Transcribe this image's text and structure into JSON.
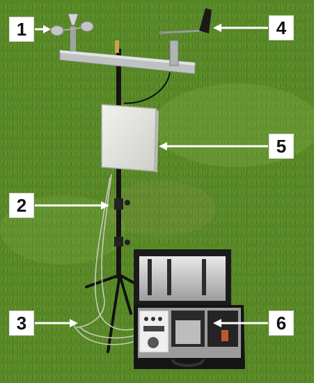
{
  "callouts": [
    {
      "id": "1",
      "label": "1",
      "target": "cup-anemometer"
    },
    {
      "id": "2",
      "label": "2",
      "target": "tripod-mast"
    },
    {
      "id": "3",
      "label": "3",
      "target": "sensor-cable"
    },
    {
      "id": "4",
      "label": "4",
      "target": "wind-vane"
    },
    {
      "id": "5",
      "label": "5",
      "target": "flat-panel-antenna"
    },
    {
      "id": "6",
      "label": "6",
      "target": "field-measurement-case"
    }
  ],
  "colors": {
    "grass_dark": "#3f6f1c",
    "grass_mid": "#5e8f2a",
    "grass_light": "#7fae3e",
    "callout_bg": "#ffffff",
    "arrow": "#ffffff",
    "case_body": "#1c1c1c",
    "antenna_panel": "#e7e7e1"
  }
}
